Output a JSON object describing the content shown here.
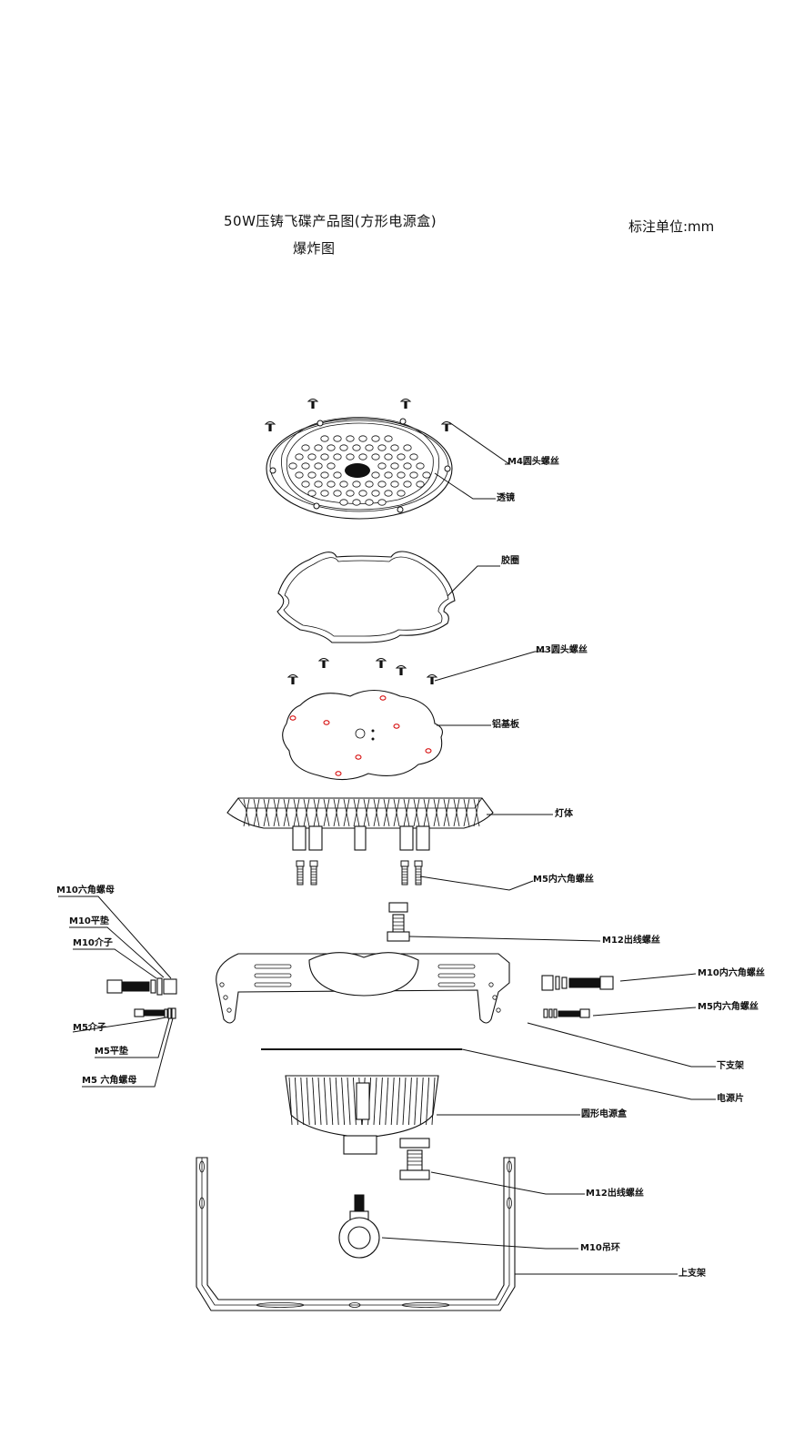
{
  "header": {
    "title_line1": "50W压铸飞碟产品图(方形电源盒)",
    "title_line2": "爆炸图",
    "unit_note": "标注单位:mm"
  },
  "labels": {
    "m4_screw": "M4圆头螺丝",
    "lens": "透镜",
    "gasket": "胶圈",
    "m3_screw": "M3圆头螺丝",
    "aluminum_board": "铝基板",
    "lamp_body": "灯体",
    "m5_hex_socket_screw": "M5内六角螺丝",
    "m10_hex_nut": "M10六角螺母",
    "m10_flat_washer": "M10平垫",
    "m10_spring_washer": "M10介子",
    "m12_outlet_screw_top": "M12出线螺丝",
    "m10_hex_socket_screw": "M10内六角螺丝",
    "m5_hex_socket_screw_right": "M5内六角螺丝",
    "m5_spring_washer": "M5介子",
    "m5_flat_washer": "M5平垫",
    "m5_hex_nut": "M5 六角螺母",
    "lower_bracket": "下支架",
    "power_plate": "电源片",
    "round_power_box": "圆形电源盒",
    "m12_outlet_screw_bottom": "M12出线螺丝",
    "m10_eye_ring": "M10吊环",
    "upper_bracket": "上支架"
  }
}
